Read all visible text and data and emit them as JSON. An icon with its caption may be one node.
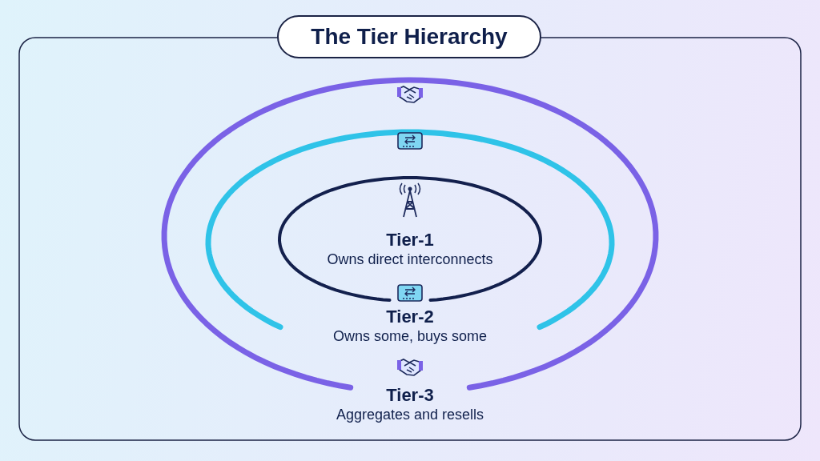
{
  "diagram": {
    "title": "The Tier Hierarchy",
    "nodes": [
      {
        "text": [
          "Tier-3",
          "Aggregates and resells"
        ]
      },
      {
        "text": [
          "Tier-2",
          "Owns some, buys some"
        ],
        "in": 0
      },
      {
        "text": [
          "Tier-1",
          "Owns direct interconnects"
        ],
        "in": 1
      }
    ]
  }
}
